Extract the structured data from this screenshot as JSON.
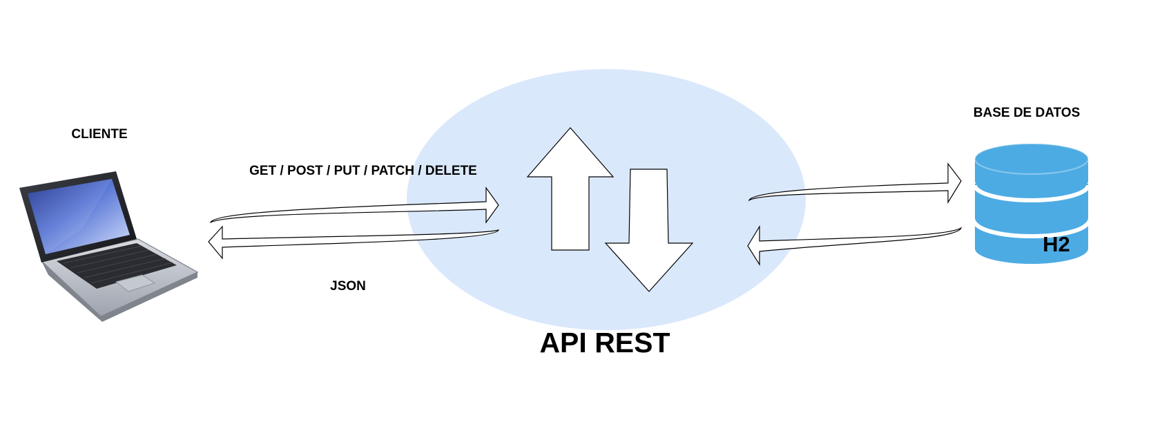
{
  "diagram": {
    "client": {
      "label": "CLIENTE",
      "icon": "laptop-icon"
    },
    "api": {
      "label": "API REST",
      "icon": "up-down-arrows-icon",
      "fill_color": "#dae8fc"
    },
    "database": {
      "label": "BASE DE DATOS",
      "engine": "H2",
      "icon": "database-icon",
      "fill_color": "#4dabe4"
    },
    "request": {
      "label": "GET / POST / PUT / PATCH / DELETE"
    },
    "response": {
      "label": "JSON"
    }
  }
}
